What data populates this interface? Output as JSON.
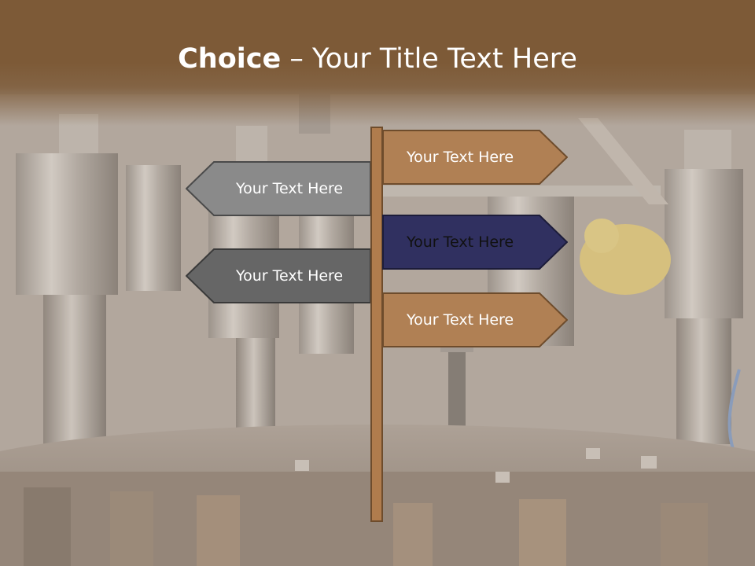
{
  "slide": {
    "title_bold": "Choice",
    "title_rest": " – Your Title Text Here"
  },
  "signs": {
    "right_top": {
      "label": "Your Text Here",
      "fill": "#b08054",
      "text_color": "#ffffff"
    },
    "right_mid": {
      "label": "Your Text Here",
      "fill": "#303060",
      "text_color": "#111111"
    },
    "right_bottom": {
      "label": "Your Text Here",
      "fill": "#b08054",
      "text_color": "#ffffff"
    },
    "left_top": {
      "label": "Your Text Here",
      "fill": "#8a8a8a",
      "text_color": "#ffffff"
    },
    "left_bottom": {
      "label": "Your Text Here",
      "fill": "#666666",
      "text_color": "#ffffff"
    }
  },
  "colors": {
    "title_band": "#7d5a37",
    "post": "#b07c4d",
    "outline": "#4a3a2a"
  }
}
